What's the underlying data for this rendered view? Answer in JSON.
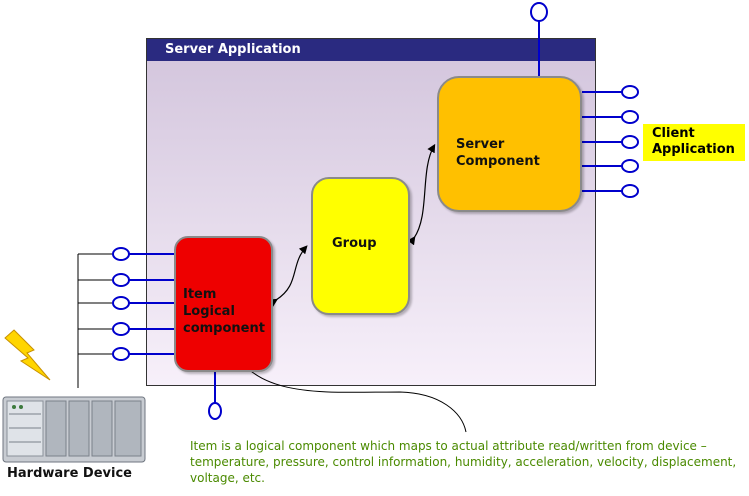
{
  "server": {
    "title": "Server Application"
  },
  "item": {
    "line1": "Item",
    "line2": "Logical",
    "line3": "component"
  },
  "group": {
    "label": "Group"
  },
  "server_component": {
    "line1": "Server",
    "line2": "Component"
  },
  "client": {
    "line1": "Client",
    "line2": "Application"
  },
  "hardware": {
    "label": "Hardware Device"
  },
  "description": "Item is a logical component which maps to actual attribute read/written from device – temperature, pressure, control information, humidity, acceleration, velocity, displacement, voltage, etc.",
  "colors": {
    "item": "#ee0000",
    "group": "#ffff00",
    "server_component": "#ffc000",
    "connector": "#0000cc",
    "description_text": "#4a8a00"
  }
}
